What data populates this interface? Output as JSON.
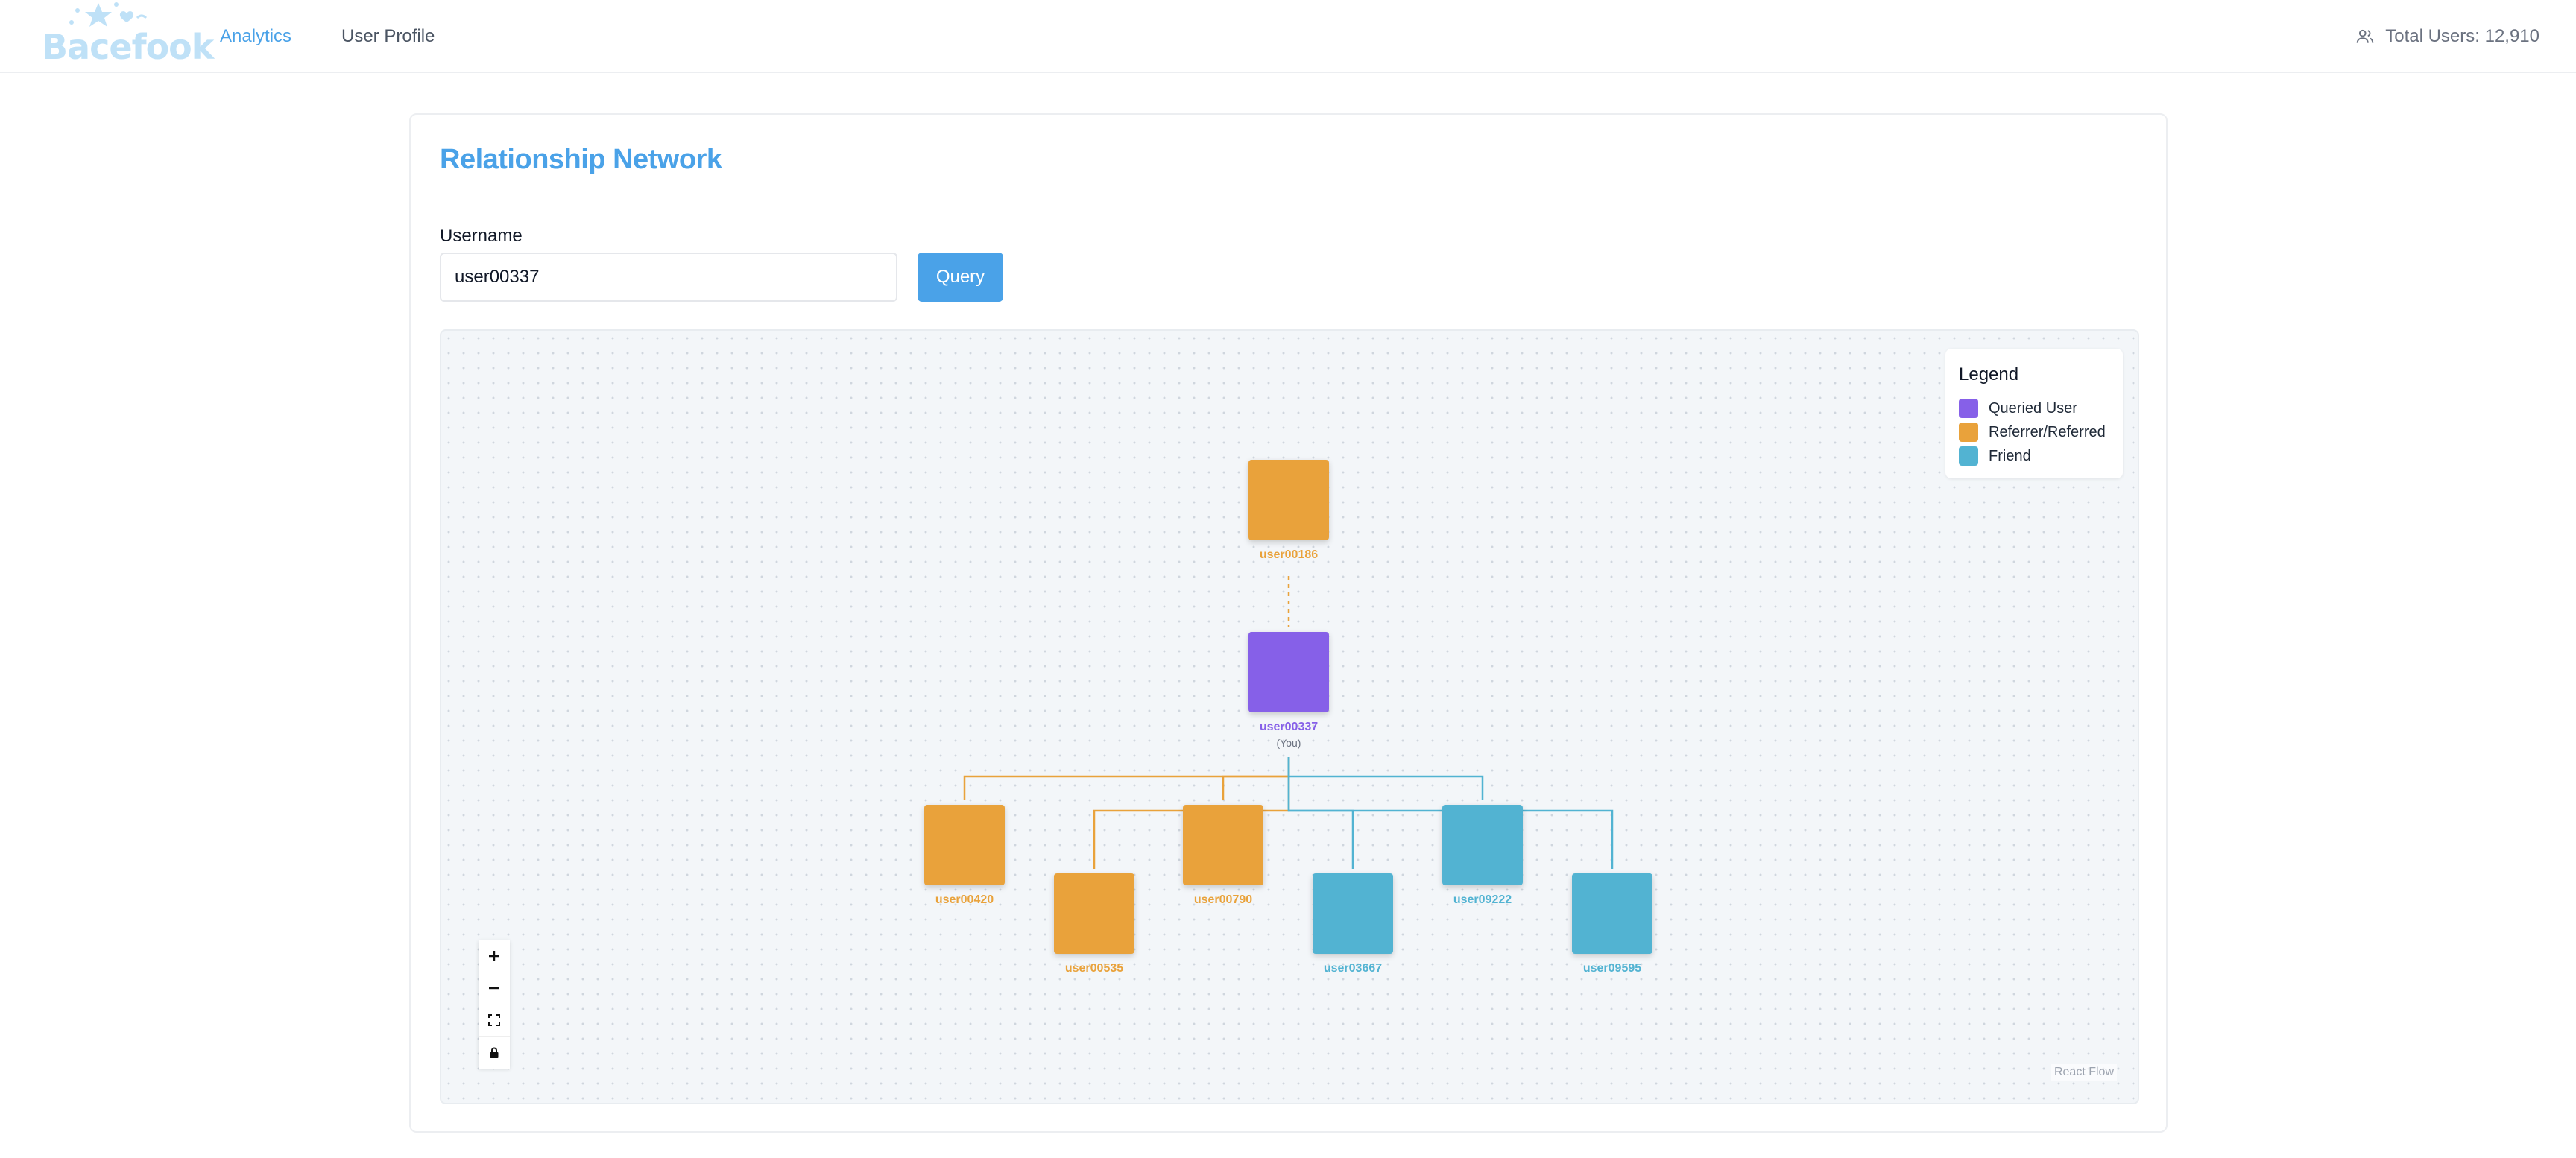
{
  "brand": {
    "logo_text": "Bacefook"
  },
  "nav": {
    "links": [
      {
        "label": "Analytics",
        "active": true
      },
      {
        "label": "User Profile",
        "active": false
      }
    ],
    "total_users_label": "Total Users: 12,910"
  },
  "page": {
    "title": "Relationship Network",
    "username_label": "Username",
    "username_value": "user00337",
    "query_button": "Query"
  },
  "colors": {
    "accent": "#4aa2e8",
    "queried": "#8660e8",
    "referral": "#e9a23b",
    "friend": "#52b3d2"
  },
  "legend": {
    "title": "Legend",
    "items": [
      {
        "label": "Queried User",
        "color": "#8660e8"
      },
      {
        "label": "Referrer/Referred",
        "color": "#e9a23b"
      },
      {
        "label": "Friend",
        "color": "#52b3d2"
      }
    ]
  },
  "graph": {
    "nodes": [
      {
        "id": "user00186",
        "type": "referral"
      },
      {
        "id": "user00337",
        "type": "queried",
        "sublabel": "(You)"
      },
      {
        "id": "user00420",
        "type": "referral"
      },
      {
        "id": "user00535",
        "type": "referral"
      },
      {
        "id": "user00790",
        "type": "referral"
      },
      {
        "id": "user03667",
        "type": "friend"
      },
      {
        "id": "user09222",
        "type": "friend"
      },
      {
        "id": "user09595",
        "type": "friend"
      }
    ],
    "edges": [
      {
        "from": "user00186",
        "to": "user00337",
        "type": "referral"
      },
      {
        "from": "user00337",
        "to": "user00420",
        "type": "referral"
      },
      {
        "from": "user00337",
        "to": "user00535",
        "type": "referral"
      },
      {
        "from": "user00337",
        "to": "user00790",
        "type": "referral"
      },
      {
        "from": "user00337",
        "to": "user03667",
        "type": "friend"
      },
      {
        "from": "user00337",
        "to": "user09222",
        "type": "friend"
      },
      {
        "from": "user00337",
        "to": "user09595",
        "type": "friend"
      }
    ]
  },
  "controls": [
    {
      "name": "zoom-in",
      "icon": "plus-icon"
    },
    {
      "name": "zoom-out",
      "icon": "minus-icon"
    },
    {
      "name": "fit-view",
      "icon": "fit-view-icon"
    },
    {
      "name": "lock",
      "icon": "lock-icon"
    }
  ],
  "attribution": "React Flow"
}
